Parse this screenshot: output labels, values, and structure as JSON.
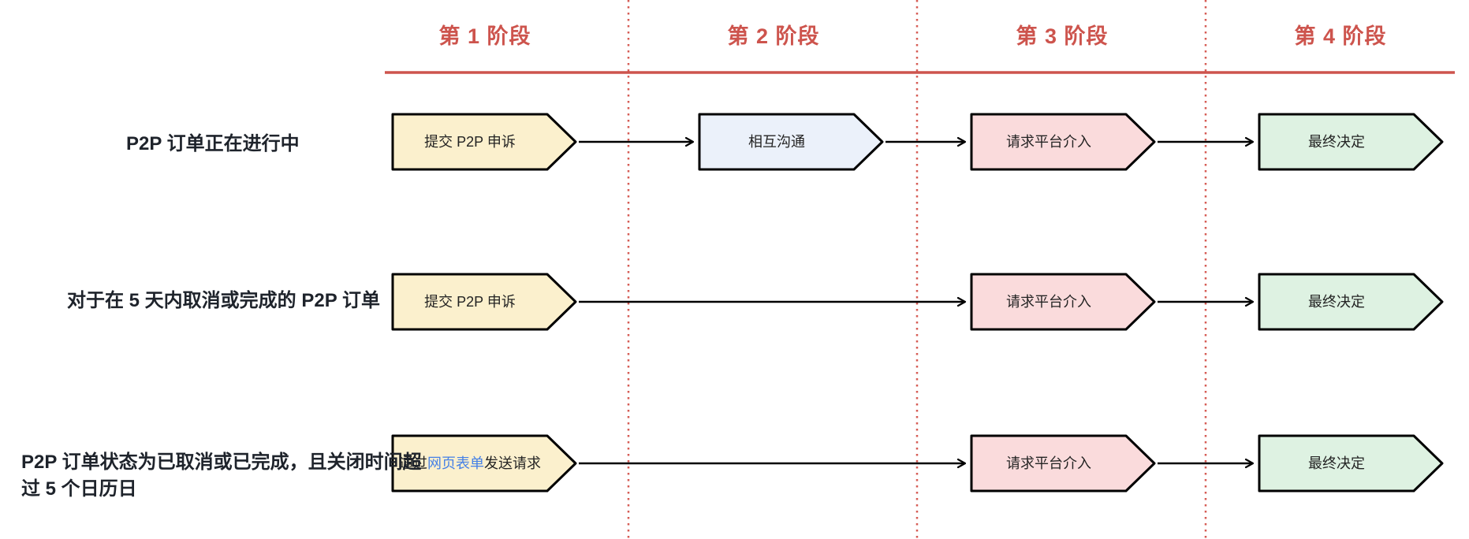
{
  "stages": [
    {
      "label": "第 1 阶段"
    },
    {
      "label": "第 2 阶段"
    },
    {
      "label": "第 3 阶段"
    },
    {
      "label": "第 4 阶段"
    }
  ],
  "rows": [
    {
      "label_lines": [
        "P2P 订单正在进行中"
      ],
      "steps": [
        {
          "col": 0,
          "text": "提交 P2P 申诉",
          "fill": "yellow"
        },
        {
          "col": 1,
          "text": "相互沟通",
          "fill": "blue"
        },
        {
          "col": 2,
          "text": "请求平台介入",
          "fill": "pink"
        },
        {
          "col": 3,
          "text": "最终决定",
          "fill": "green"
        }
      ]
    },
    {
      "label_lines": [
        "对于在 5 天内取消或完成的 P2P 订单"
      ],
      "steps": [
        {
          "col": 0,
          "text": "提交 P2P 申诉",
          "fill": "yellow"
        },
        {
          "col": 2,
          "text": "请求平台介入",
          "fill": "pink"
        },
        {
          "col": 3,
          "text": "最终决定",
          "fill": "green"
        }
      ]
    },
    {
      "label_lines": [
        "P2P 订单状态为已取消或已完成，且关闭时间超",
        "过 5 个日历日"
      ],
      "steps": [
        {
          "col": 0,
          "fill": "yellow",
          "segments": [
            {
              "text": "通过"
            },
            {
              "text": "网页表单",
              "link": true
            },
            {
              "text": "发送请求"
            }
          ]
        },
        {
          "col": 2,
          "text": "请求平台介入",
          "fill": "pink"
        },
        {
          "col": 3,
          "text": "最终决定",
          "fill": "green"
        }
      ]
    }
  ],
  "colors": {
    "accent_red": "#cd544d",
    "separator_red": "#d65c55",
    "step_yellow": "#fbf0cd",
    "step_blue": "#ebf1fa",
    "step_pink": "#fadbdc",
    "step_green": "#def2e2",
    "step_border": "#000000",
    "arrow_black": "#000000",
    "link_blue": "#4580e6",
    "label_dark": "#1e232b"
  }
}
